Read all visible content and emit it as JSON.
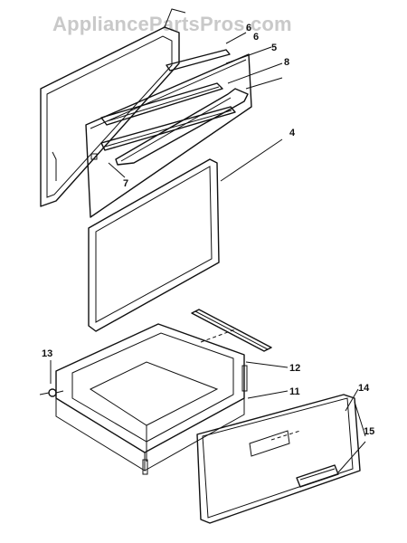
{
  "watermark": "AppliancePartsPros.com",
  "callouts": {
    "c4": "4",
    "c5": "5",
    "c6": "6",
    "c7": "7",
    "c8": "8",
    "c11": "11",
    "c12": "12",
    "c13": "13",
    "c14": "14",
    "c15": "15"
  }
}
